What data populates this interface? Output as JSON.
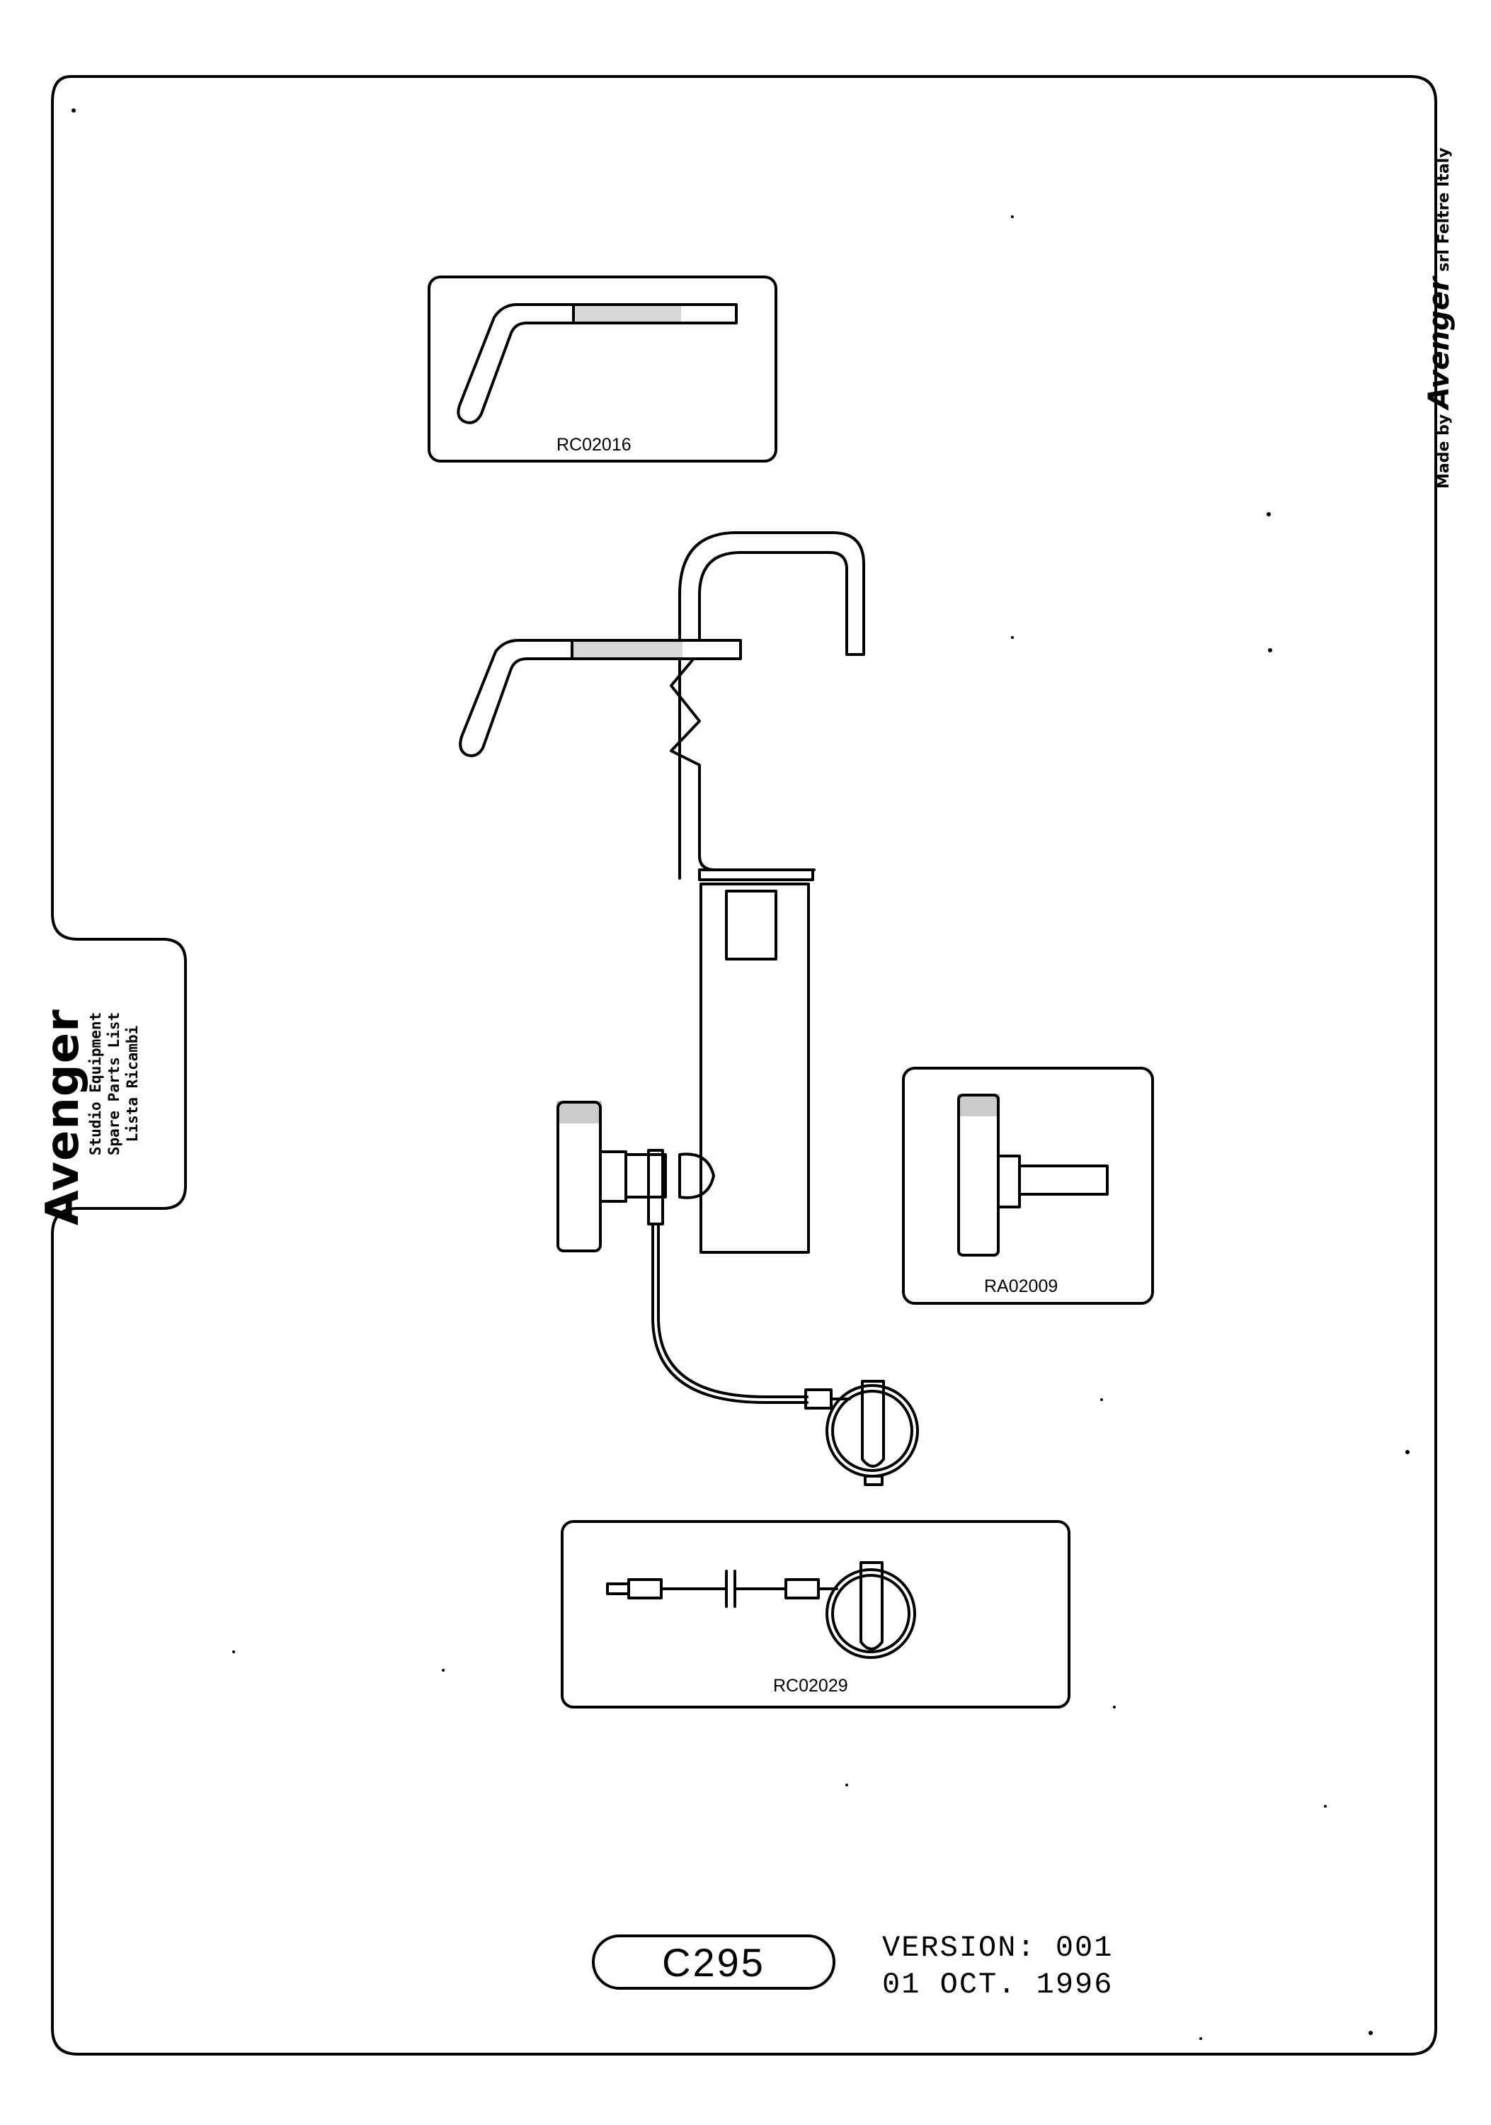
{
  "tab": {
    "brand": "Avenger",
    "line1": "Studio Equipment",
    "line2": "Spare Parts List",
    "line3": "Lista Ricambi"
  },
  "maker": {
    "prefix": "Made by",
    "brand": "Avenger",
    "suffix": "srl Feltre Italy"
  },
  "parts": {
    "lever": "RC02016",
    "knob": "RA02009",
    "pin": "RC02029"
  },
  "footer": {
    "code": "C295",
    "version": "VERSION: 001",
    "date": "01 OCT. 1996"
  }
}
